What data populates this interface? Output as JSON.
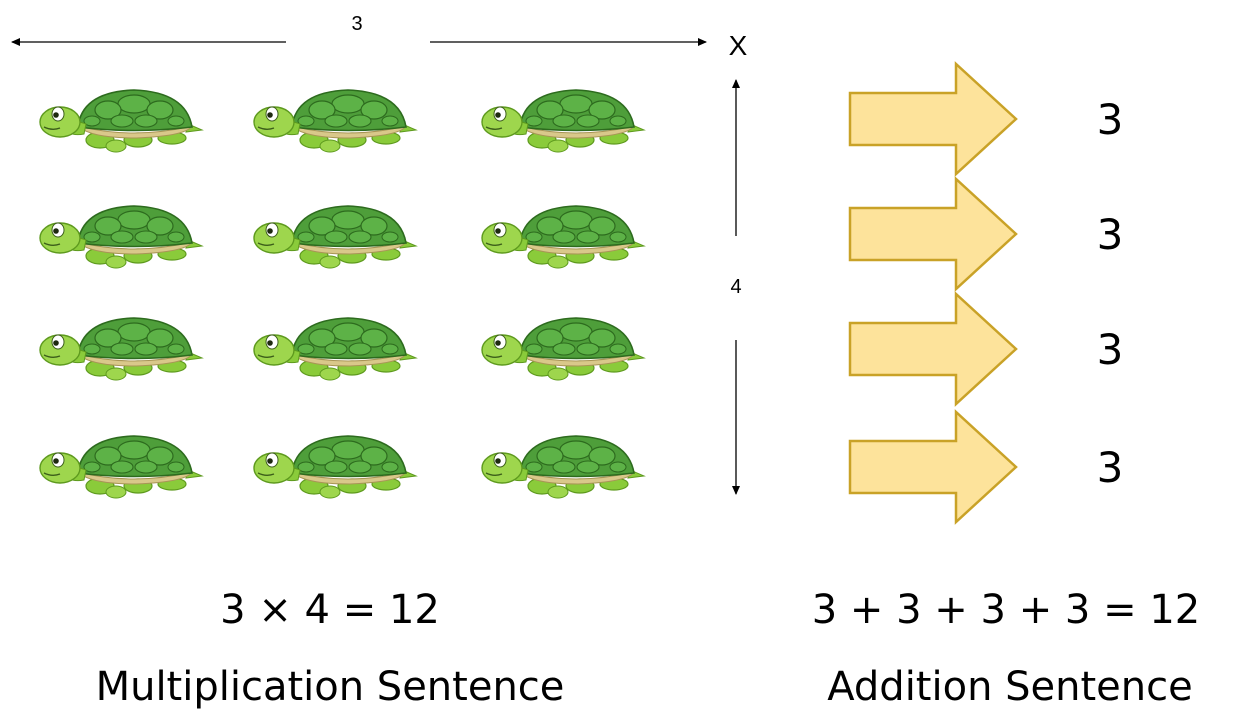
{
  "top_axis": {
    "label": "3",
    "symbol": "X"
  },
  "side_axis": {
    "label": "4"
  },
  "turtles": {
    "rows": 4,
    "columns": 3,
    "icon": "turtle-icon"
  },
  "arrows": {
    "icon": "block-arrow-right",
    "fill_color": "#FDE39B",
    "stroke_color": "#C9A227",
    "row_values": [
      "3",
      "3",
      "3",
      "3"
    ]
  },
  "multiplication": {
    "equation": "3 × 4 = 12",
    "caption": "Multiplication Sentence"
  },
  "addition": {
    "equation": "3 + 3 + 3 + 3 = 12",
    "caption": "Addition Sentence"
  }
}
